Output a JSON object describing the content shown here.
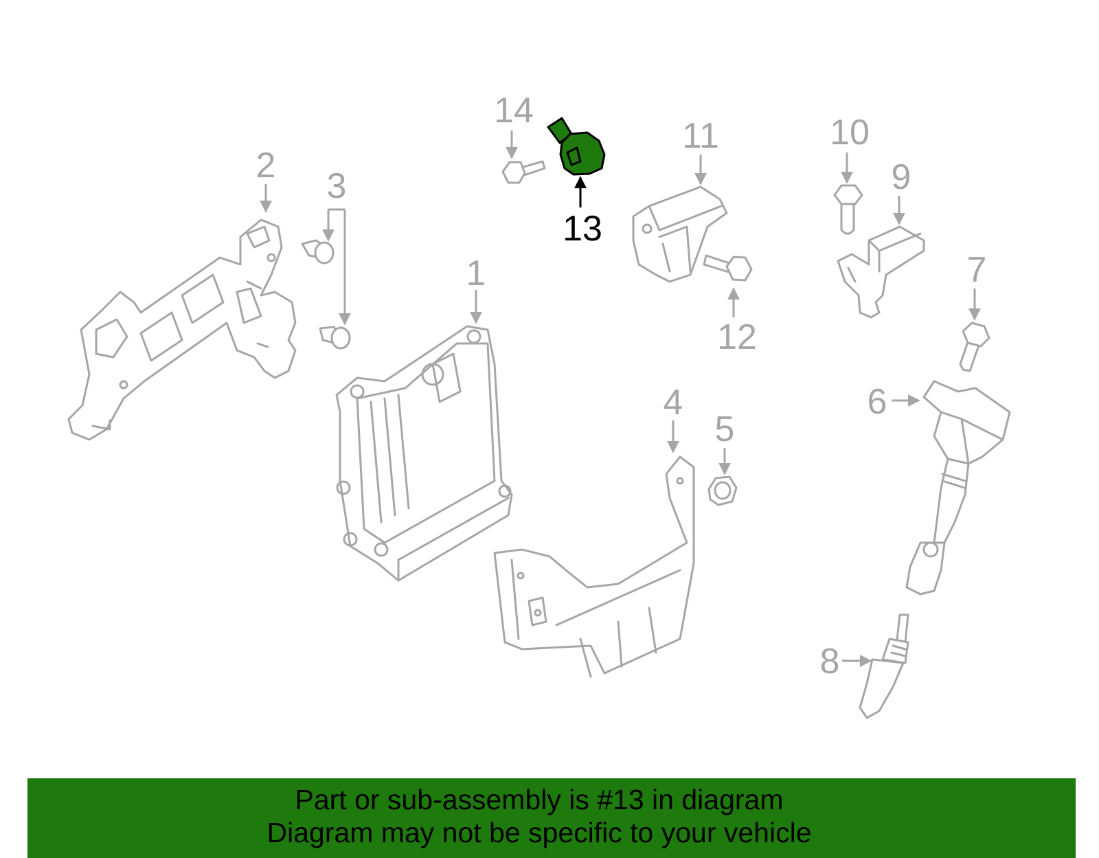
{
  "diagram": {
    "callouts": [
      {
        "id": "1",
        "label": "1"
      },
      {
        "id": "2",
        "label": "2"
      },
      {
        "id": "3",
        "label": "3"
      },
      {
        "id": "4",
        "label": "4"
      },
      {
        "id": "5",
        "label": "5"
      },
      {
        "id": "6",
        "label": "6"
      },
      {
        "id": "7",
        "label": "7"
      },
      {
        "id": "8",
        "label": "8"
      },
      {
        "id": "9",
        "label": "9"
      },
      {
        "id": "10",
        "label": "10"
      },
      {
        "id": "11",
        "label": "11"
      },
      {
        "id": "12",
        "label": "12"
      },
      {
        "id": "13",
        "label": "13"
      },
      {
        "id": "14",
        "label": "14"
      }
    ],
    "highlighted_part": "13",
    "colors": {
      "highlight_fill": "#1e7a0c",
      "outline": "#a6a6a6",
      "banner": "#1e7a0c"
    }
  },
  "footer": {
    "line1": "Part or sub-assembly is #13 in diagram",
    "line2": "Diagram may not be specific to your vehicle"
  }
}
